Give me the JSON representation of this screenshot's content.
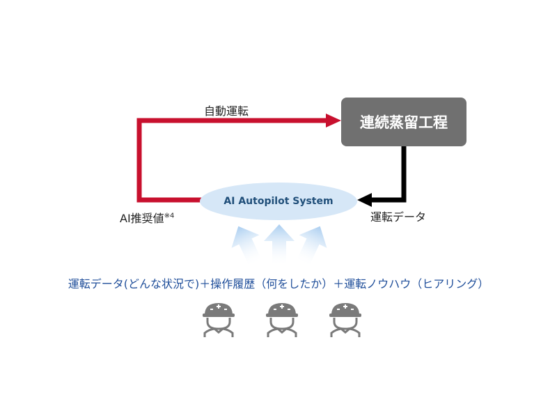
{
  "process_box": "連続蒸留工程",
  "ai_system": "AI Autopilot System",
  "arrow_top_label": "自動運転",
  "arrow_right_label": "運転データ",
  "ai_recommend_label": "AI推奨値",
  "ai_recommend_note": "※4",
  "bottom_text": "運転データ(どんな状況で)＋操作履歴（何をしたか）＋運転ノウハウ（ヒアリング）",
  "colors": {
    "red_arrow": "#c8102e",
    "black_arrow": "#000000",
    "process_box": "#707070",
    "ellipse_fill": "#d6e7f7",
    "ellipse_text": "#1f4e79",
    "bottom_text": "#1f4e9a",
    "up_arrows": "#b8d6f2"
  },
  "operators": [
    {
      "icon": "worker-helmet-icon"
    },
    {
      "icon": "worker-helmet-icon"
    },
    {
      "icon": "worker-helmet-icon"
    }
  ]
}
